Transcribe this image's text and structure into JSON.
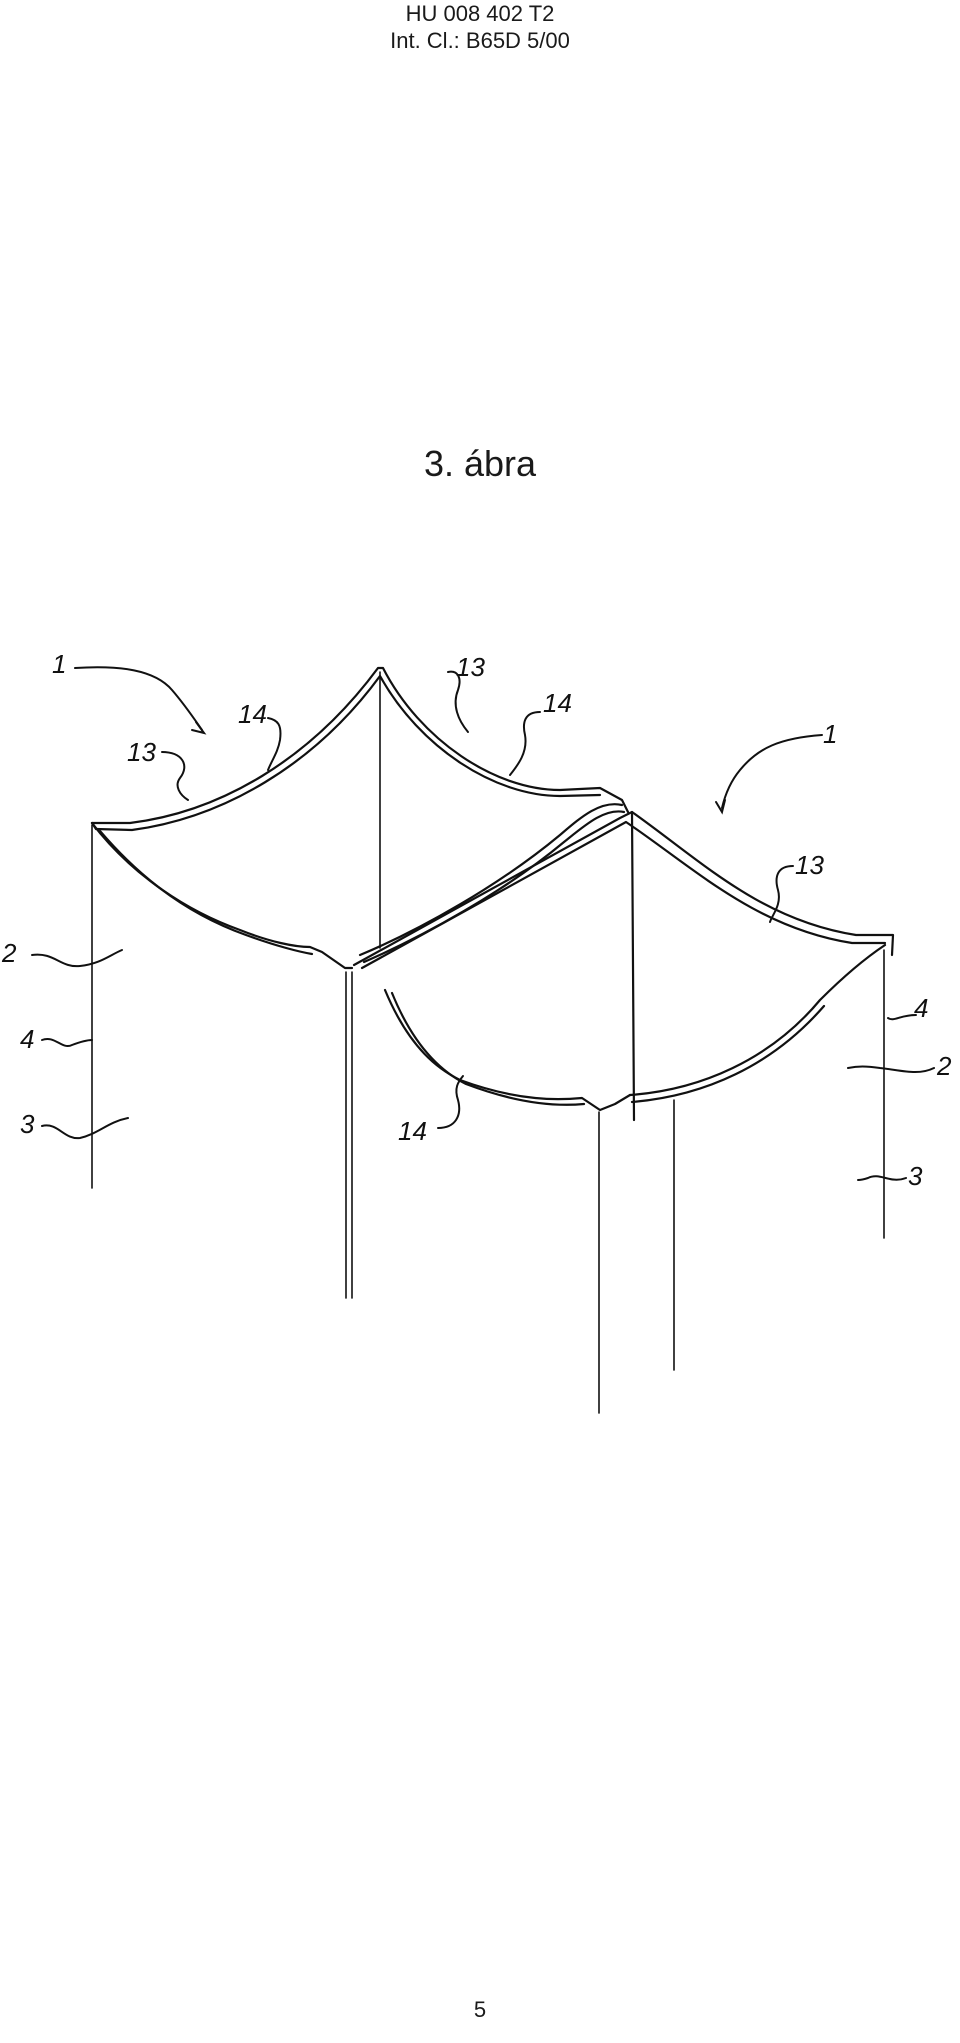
{
  "header": {
    "doc_number": "HU 008 402 T2",
    "classification": "Int. Cl.: B65D 5/00"
  },
  "figure": {
    "title": "3. ábra",
    "reference_numerals": [
      "1",
      "13",
      "14",
      "13",
      "1",
      "13",
      "2",
      "4",
      "3",
      "14",
      "4",
      "2",
      "3"
    ]
  },
  "page_number": "5"
}
